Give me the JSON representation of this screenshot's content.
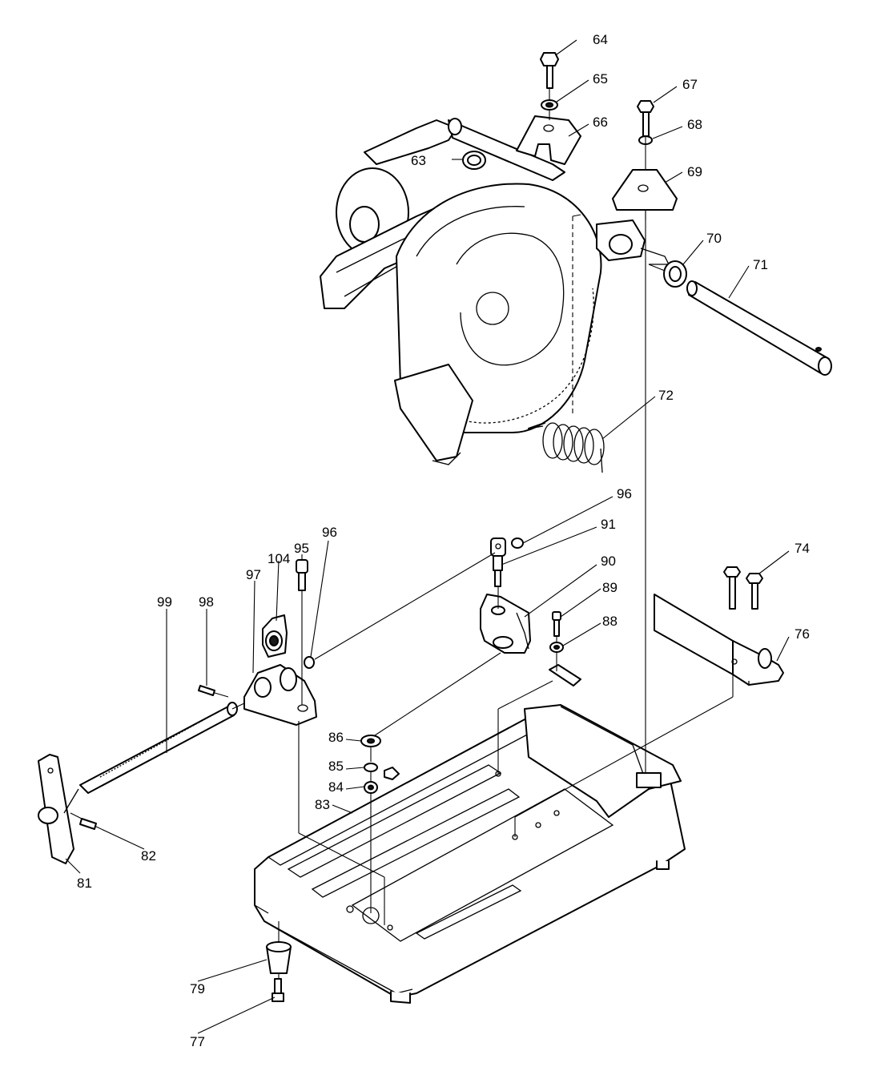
{
  "diagram": {
    "callouts": {
      "c63": "63",
      "c64": "64",
      "c65": "65",
      "c66": "66",
      "c67": "67",
      "c68": "68",
      "c69": "69",
      "c70": "70",
      "c71": "71",
      "c72": "72",
      "c74": "74",
      "c76": "76",
      "c77": "77",
      "c79": "79",
      "c81": "81",
      "c82": "82",
      "c83": "83",
      "c84": "84",
      "c85": "85",
      "c86": "86",
      "c88": "88",
      "c89": "89",
      "c90": "90",
      "c91": "91",
      "c95": "95",
      "c96a": "96",
      "c96b": "96",
      "c97": "97",
      "c98": "98",
      "c99": "99",
      "c104": "104"
    }
  }
}
